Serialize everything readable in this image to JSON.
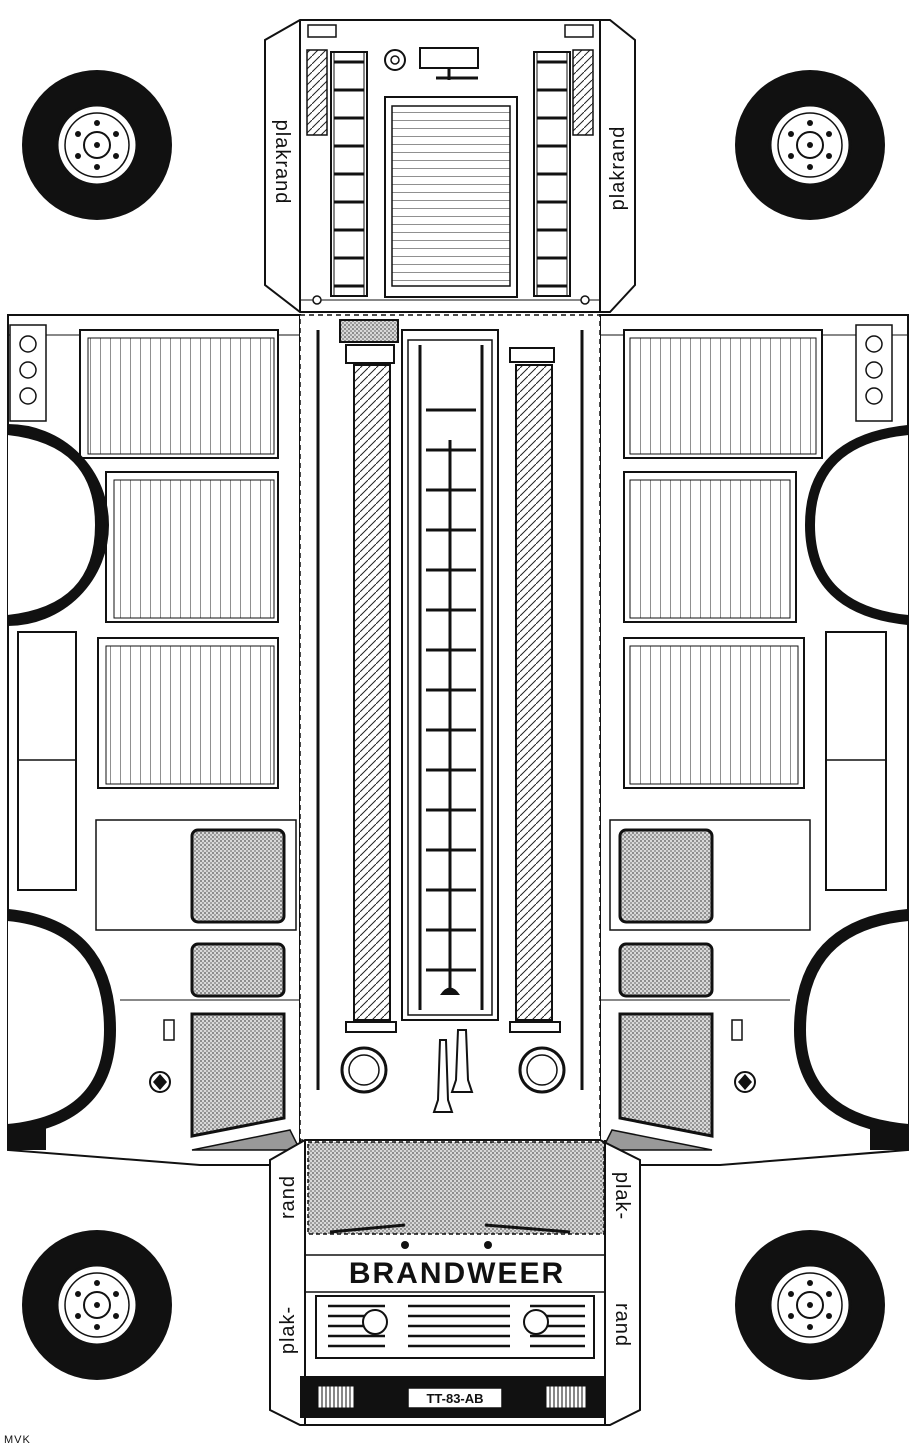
{
  "labels": {
    "glue_tab": "plakrand",
    "glue_split_top": "plak-",
    "glue_split_bottom": "rand",
    "front_title": "BRANDWEER",
    "plate": "TT-83-AB",
    "credit": "MVK"
  },
  "colors": {
    "ink": "#111111",
    "paper": "#ffffff",
    "window_shade": "#9a9a9a"
  },
  "icons": [
    "wheel-icon",
    "ladder-icon",
    "roller-shutter-icon",
    "siren-icon",
    "emblem-icon",
    "headlight-icon"
  ]
}
